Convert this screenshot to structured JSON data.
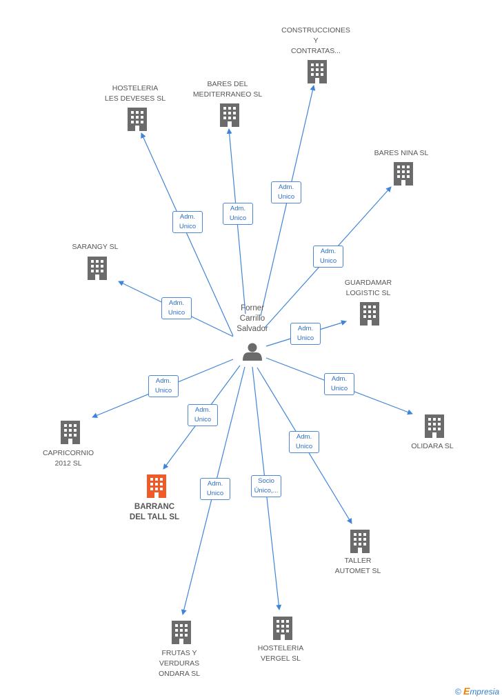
{
  "center": {
    "name_lines": [
      "Forner",
      "Carrillo",
      "Salvador"
    ],
    "icon": "person-icon"
  },
  "colors": {
    "edge": "#3f84d8",
    "building": "#6b6b6b",
    "building_highlight": "#f05a28",
    "box_border": "#4a86d4",
    "box_text": "#2c6ec4"
  },
  "nodes": [
    {
      "id": "construcciones",
      "lines": [
        "CONSTRUCCIONES",
        "Y",
        "CONTRATAS..."
      ],
      "highlight": false
    },
    {
      "id": "hosteleria-deveses",
      "lines": [
        "HOSTELERIA",
        "LES DEVESES SL"
      ],
      "highlight": false
    },
    {
      "id": "bares-mediterraneo",
      "lines": [
        "BARES DEL",
        "MEDITERRANEO SL"
      ],
      "highlight": false
    },
    {
      "id": "bares-nina",
      "lines": [
        "BARES NINA SL"
      ],
      "highlight": false
    },
    {
      "id": "sarangy",
      "lines": [
        "SARANGY SL"
      ],
      "highlight": false
    },
    {
      "id": "guardamar",
      "lines": [
        "GUARDAMAR",
        "LOGISTIC SL"
      ],
      "highlight": false
    },
    {
      "id": "capricornio",
      "lines": [
        "CAPRICORNIO",
        "2012 SL"
      ],
      "highlight": false
    },
    {
      "id": "olidara",
      "lines": [
        "OLIDARA SL"
      ],
      "highlight": false
    },
    {
      "id": "barranc",
      "lines": [
        "BARRANC",
        "DEL TALL SL"
      ],
      "highlight": true
    },
    {
      "id": "taller",
      "lines": [
        "TALLER",
        "AUTOMET SL"
      ],
      "highlight": false
    },
    {
      "id": "frutas",
      "lines": [
        "FRUTAS Y",
        "VERDURAS",
        "ONDARA SL"
      ],
      "highlight": false
    },
    {
      "id": "hosteleria-vergel",
      "lines": [
        "HOSTELERIA",
        "VERGEL SL"
      ],
      "highlight": false
    }
  ],
  "relations": [
    {
      "target": "construcciones",
      "lines": [
        "Adm.",
        "Unico"
      ]
    },
    {
      "target": "hosteleria-deveses",
      "lines": [
        "Adm.",
        "Unico"
      ]
    },
    {
      "target": "bares-mediterraneo",
      "lines": [
        "Adm.",
        "Unico"
      ]
    },
    {
      "target": "bares-nina",
      "lines": [
        "Adm.",
        "Unico"
      ]
    },
    {
      "target": "sarangy",
      "lines": [
        "Adm.",
        "Unico"
      ]
    },
    {
      "target": "guardamar",
      "lines": [
        "Adm.",
        "Unico"
      ]
    },
    {
      "target": "capricornio",
      "lines": [
        "Adm.",
        "Unico"
      ]
    },
    {
      "target": "olidara",
      "lines": [
        "Adm.",
        "Unico"
      ]
    },
    {
      "target": "barranc",
      "lines": [
        "Adm.",
        "Unico"
      ]
    },
    {
      "target": "taller",
      "lines": [
        "Adm.",
        "Unico"
      ]
    },
    {
      "target": "frutas",
      "lines": [
        "Adm.",
        "Unico"
      ]
    },
    {
      "target": "hosteleria-vergel",
      "lines": [
        "Socio",
        "Único,..."
      ]
    }
  ],
  "credit": {
    "symbol": "©",
    "brand_initial": "E",
    "brand_rest": "mpresia"
  }
}
